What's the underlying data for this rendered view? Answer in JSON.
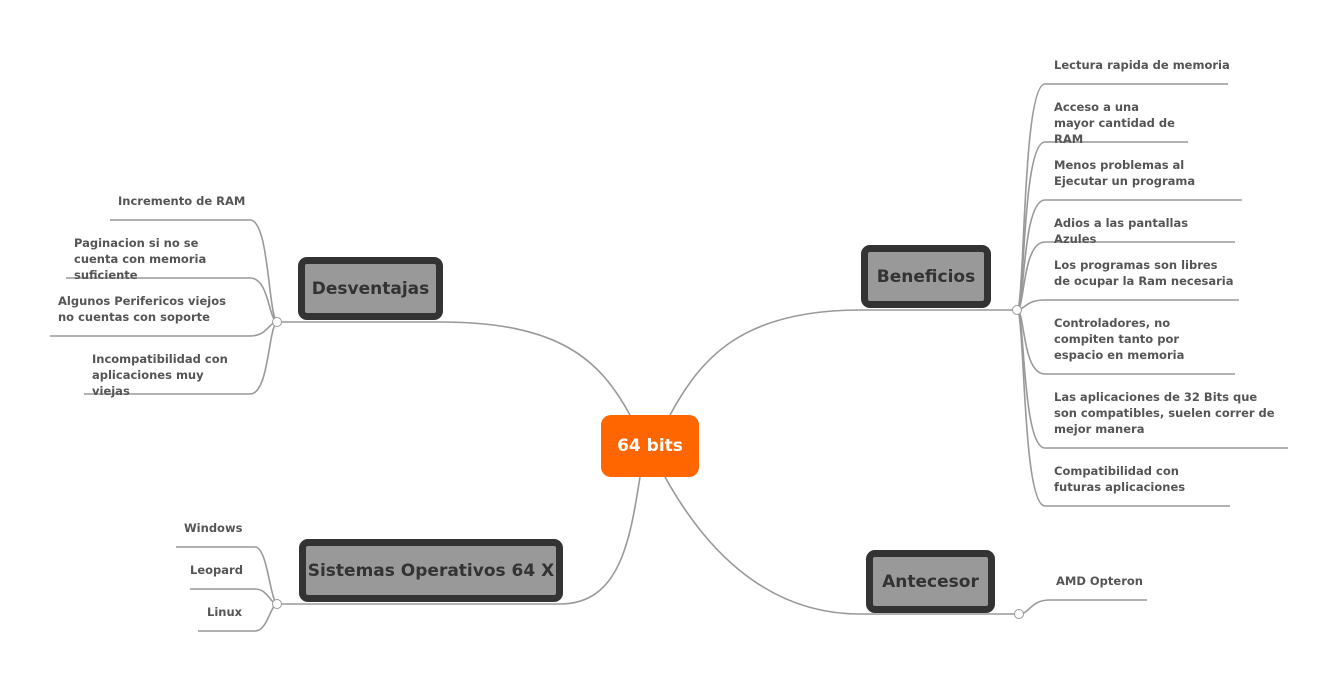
{
  "root": {
    "label": "64 bits",
    "color": "#ff6600"
  },
  "branches": {
    "desventajas": {
      "label": "Desventajas",
      "items": [
        "Incremento de RAM",
        "Paginacion si no se cuenta con memoria suficiente",
        "Algunos Perifericos viejos no cuentas con soporte",
        "Incompatibilidad con aplicaciones muy viejas"
      ]
    },
    "sistemas": {
      "label": "Sistemas Operativos 64 X",
      "items": [
        "Windows",
        "Leopard",
        "Linux"
      ]
    },
    "beneficios": {
      "label": "Beneficios",
      "items": [
        "Lectura rapida de memoria",
        "Acceso a una mayor cantidad de RAM",
        "Menos problemas al Ejecutar un programa",
        "Adios a las pantallas Azules",
        "Los programas son libres de ocupar la Ram necesaria",
        "Controladores, no compiten tanto por espacio en memoria",
        "Las aplicaciones de 32 Bits  que son compatibles, suelen correr de mejor manera",
        "Compatibilidad con futuras aplicaciones"
      ]
    },
    "antecesor": {
      "label": "Antecesor",
      "items": [
        "AMD Opteron"
      ]
    }
  },
  "colors": {
    "main_fill": "#999999",
    "main_border": "#333333",
    "line": "#999999",
    "leaf_text": "#555555"
  }
}
